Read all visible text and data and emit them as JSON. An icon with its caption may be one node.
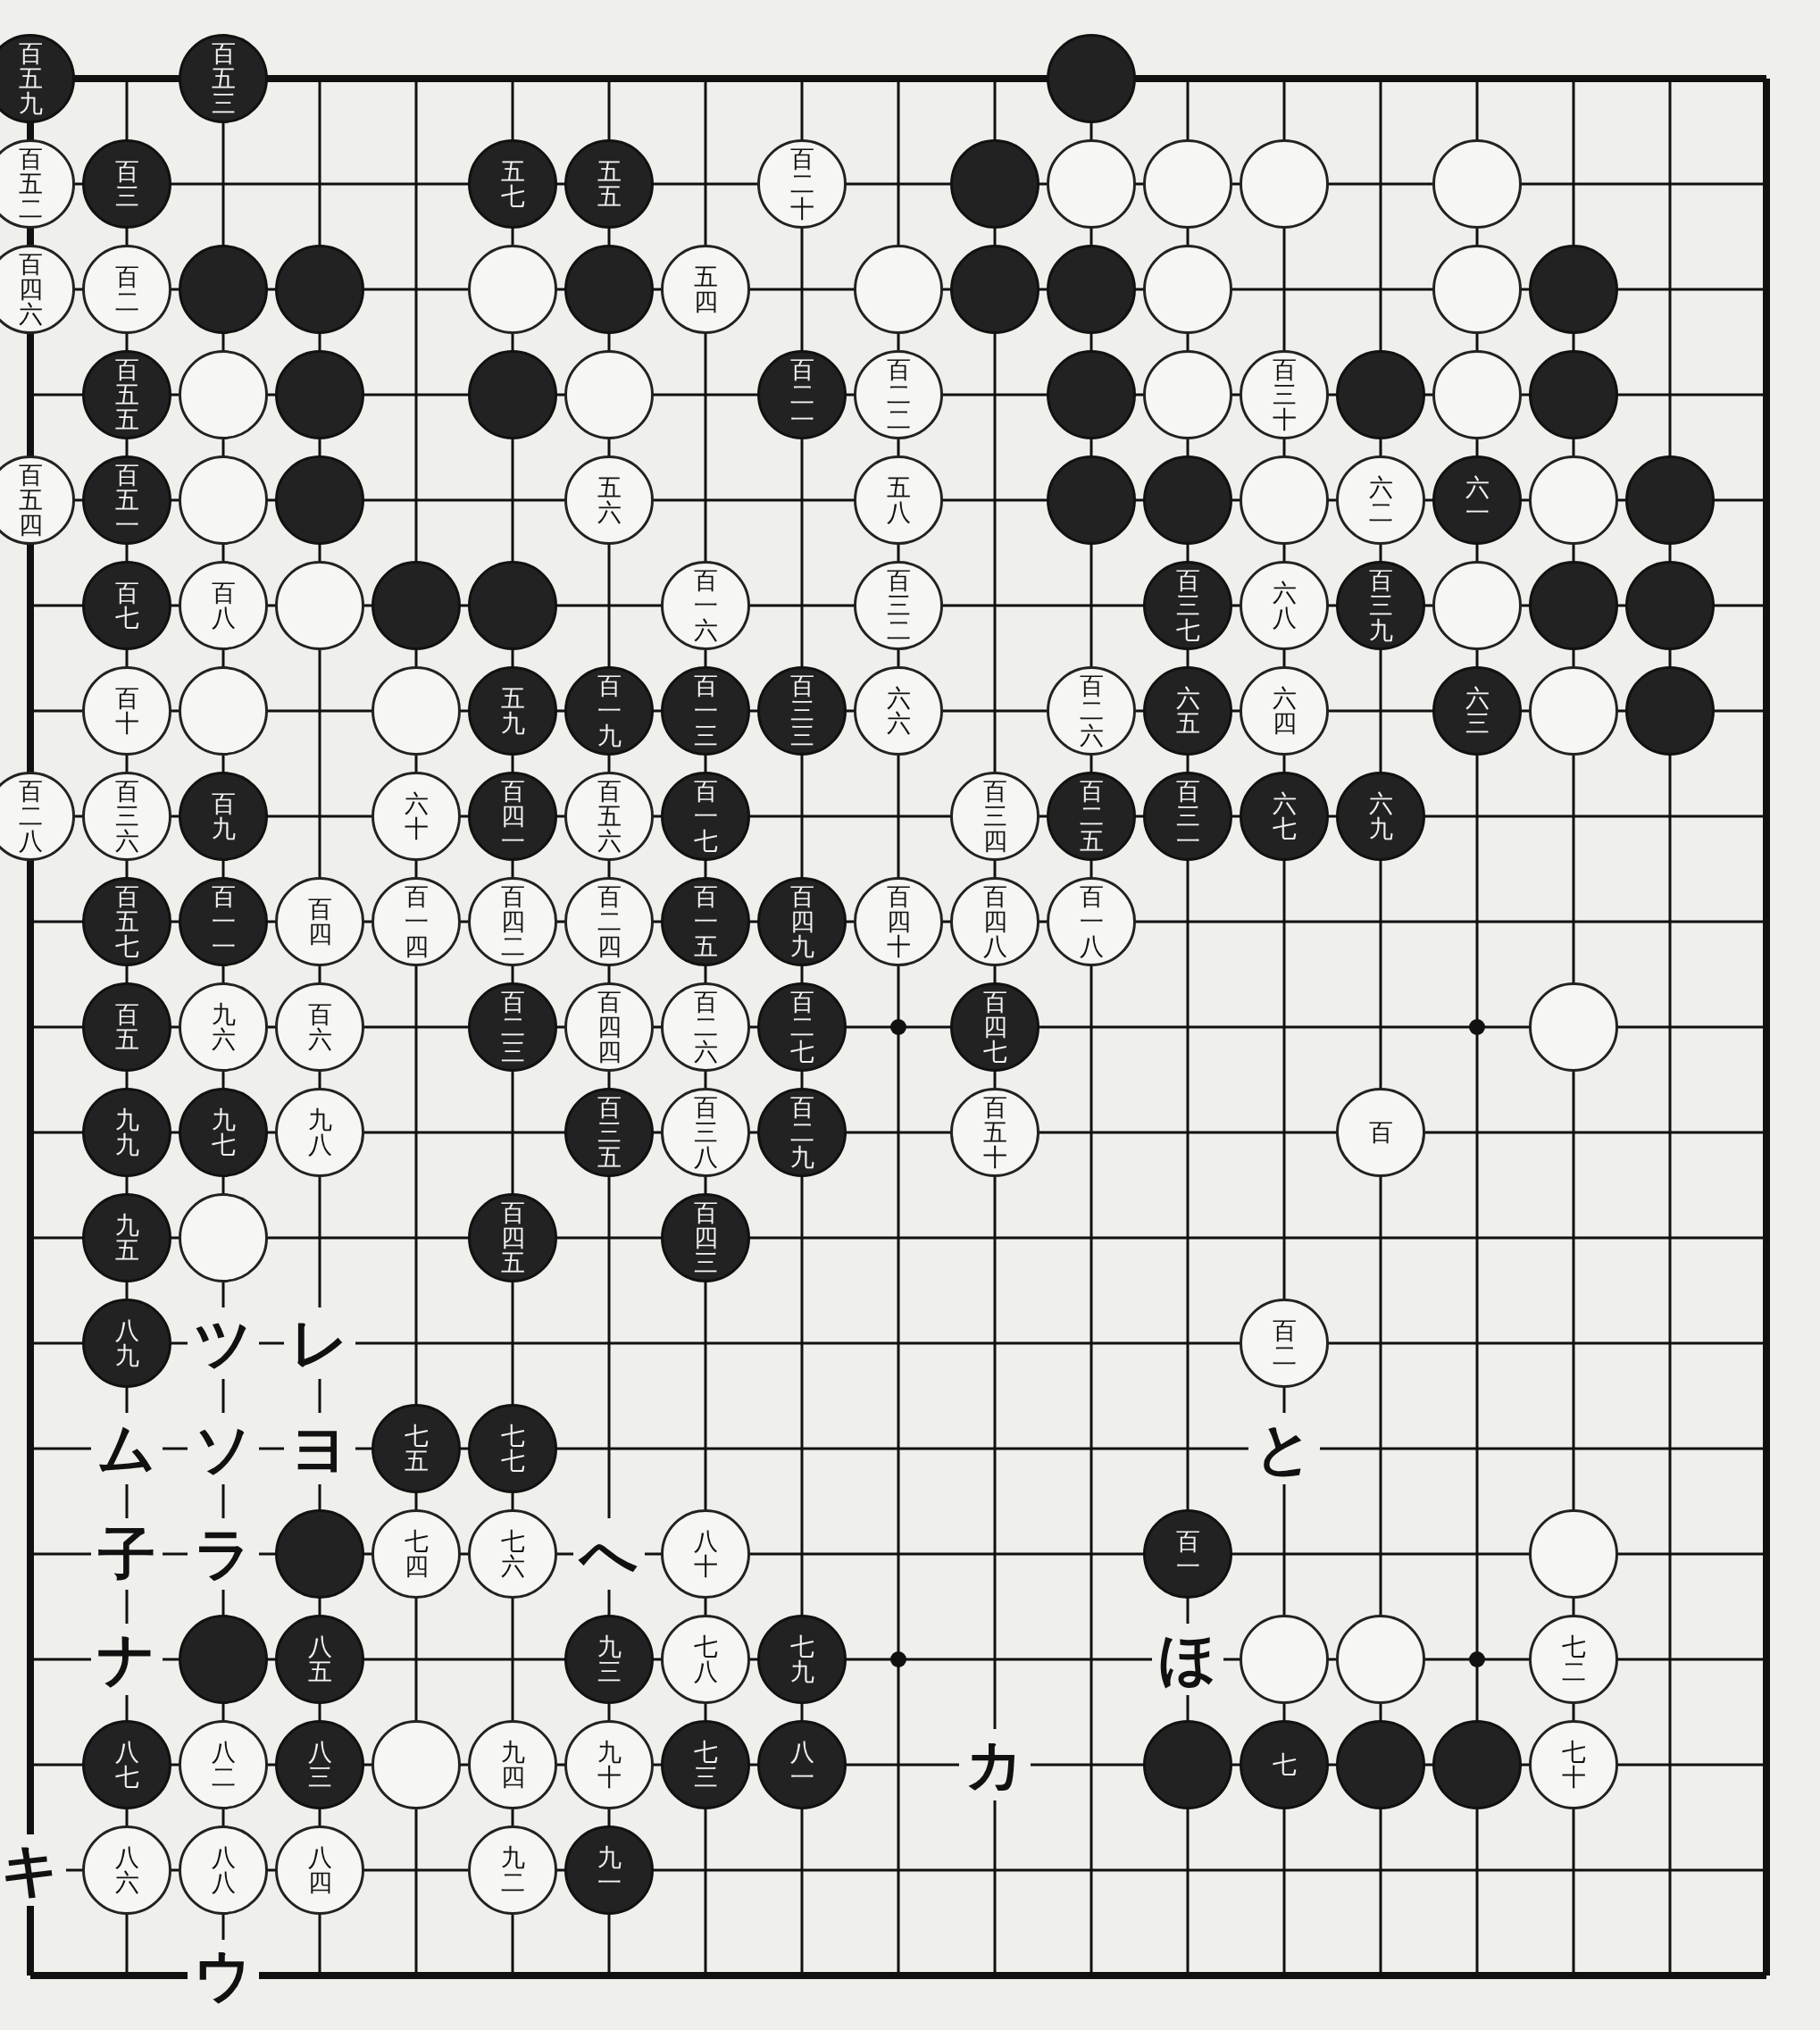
{
  "diagram": {
    "nodes": [
      {
        "text": [
          "百五九"
        ]
      },
      {
        "text": [
          "百五三"
        ]
      },
      {
        "text": [],
        "shape": "circle"
      },
      {
        "text": [
          "百五二"
        ]
      },
      {
        "text": [
          "百三"
        ]
      },
      {
        "text": [
          "五七"
        ]
      },
      {
        "text": [
          "五五"
        ]
      },
      {
        "text": [
          "百二十"
        ]
      },
      {
        "text": [],
        "shape": "circle"
      },
      {
        "text": [],
        "shape": "circle"
      },
      {
        "text": [],
        "shape": "circle"
      },
      {
        "text": [],
        "shape": "circle"
      },
      {
        "text": [],
        "shape": "circle"
      },
      {
        "text": [
          "百四六"
        ]
      },
      {
        "text": [
          "百二"
        ]
      },
      {
        "text": [],
        "shape": "circle"
      },
      {
        "text": [],
        "shape": "circle"
      },
      {
        "text": [],
        "shape": "circle"
      },
      {
        "text": [],
        "shape": "circle"
      },
      {
        "text": [
          "五四"
        ]
      },
      {
        "text": [],
        "shape": "circle"
      },
      {
        "text": [],
        "shape": "circle"
      },
      {
        "text": [],
        "shape": "circle"
      },
      {
        "text": [],
        "shape": "circle"
      },
      {
        "text": [],
        "shape": "circle"
      },
      {
        "text": [],
        "shape": "circle"
      },
      {
        "text": [
          "百五五"
        ]
      },
      {
        "text": [],
        "shape": "circle"
      },
      {
        "text": [],
        "shape": "circle"
      },
      {
        "text": [],
        "shape": "circle"
      },
      {
        "text": [],
        "shape": "circle"
      },
      {
        "text": [
          "百二一"
        ]
      },
      {
        "text": [
          "百二二"
        ]
      },
      {
        "text": [],
        "shape": "circle"
      },
      {
        "text": [],
        "shape": "circle"
      },
      {
        "text": [
          "百三十"
        ]
      },
      {
        "text": [],
        "shape": "circle"
      },
      {
        "text": [],
        "shape": "circle"
      },
      {
        "text": [],
        "shape": "circle"
      },
      {
        "text": [
          "百五四"
        ]
      },
      {
        "text": [
          "百五一"
        ]
      },
      {
        "text": [],
        "shape": "circle"
      },
      {
        "text": [],
        "shape": "circle"
      },
      {
        "text": [
          "五六"
        ]
      },
      {
        "text": [
          "五八"
        ]
      },
      {
        "text": [],
        "shape": "circle"
      },
      {
        "text": [],
        "shape": "circle"
      },
      {
        "text": [],
        "shape": "circle"
      },
      {
        "text": [
          "六二"
        ]
      },
      {
        "text": [
          "六一"
        ]
      },
      {
        "text": [],
        "shape": "circle"
      },
      {
        "text": [],
        "shape": "circle"
      },
      {
        "text": [
          "百七"
        ]
      },
      {
        "text": [
          "百八"
        ]
      },
      {
        "text": [],
        "shape": "circle"
      },
      {
        "text": [],
        "shape": "circle"
      },
      {
        "text": [],
        "shape": "circle"
      },
      {
        "text": [
          "百一六"
        ]
      },
      {
        "text": [
          "百三二"
        ]
      },
      {
        "text": [
          "百三七"
        ]
      },
      {
        "text": [
          "六八"
        ]
      },
      {
        "text": [
          "百三九"
        ]
      },
      {
        "text": [],
        "shape": "circle"
      },
      {
        "text": [],
        "shape": "circle"
      },
      {
        "text": [],
        "shape": "circle"
      },
      {
        "text": [
          "百十"
        ]
      },
      {
        "text": [],
        "shape": "circle"
      },
      {
        "text": [],
        "shape": "circle"
      },
      {
        "text": [
          "五九"
        ]
      },
      {
        "text": [
          "百一九"
        ]
      },
      {
        "text": [
          "百一三"
        ]
      },
      {
        "text": [
          "百三三"
        ]
      },
      {
        "text": [
          "六六"
        ]
      },
      {
        "text": [
          "百二六"
        ]
      },
      {
        "text": [
          "六五"
        ]
      },
      {
        "text": [
          "六四"
        ]
      },
      {
        "text": [
          "六三"
        ]
      },
      {
        "text": [],
        "shape": "circle"
      },
      {
        "text": [],
        "shape": "circle"
      },
      {
        "text": [
          "百二八"
        ]
      },
      {
        "text": [
          "百三六"
        ]
      },
      {
        "text": [
          "百九"
        ]
      },
      {
        "text": [
          "六十"
        ]
      },
      {
        "text": [
          "百四一"
        ]
      },
      {
        "text": [
          "百五六"
        ]
      },
      {
        "text": [
          "百一七"
        ]
      },
      {
        "text": [
          "百三四"
        ]
      },
      {
        "text": [
          "百二五"
        ]
      },
      {
        "text": [
          "百三一"
        ]
      },
      {
        "text": [
          "六七"
        ]
      },
      {
        "text": [
          "六九"
        ]
      },
      {
        "text": [
          "百五七"
        ]
      },
      {
        "text": [
          "百一一"
        ]
      },
      {
        "text": [
          "百四"
        ]
      },
      {
        "text": [
          "百一四"
        ]
      },
      {
        "text": [
          "百四二"
        ]
      },
      {
        "text": [
          "百二四"
        ]
      },
      {
        "text": [
          "百一五"
        ]
      },
      {
        "text": [
          "百四九"
        ]
      },
      {
        "text": [
          "百四十"
        ]
      },
      {
        "text": [
          "百四八"
        ]
      },
      {
        "text": [
          "百一八"
        ]
      },
      {
        "text": [
          "百五"
        ]
      },
      {
        "text": [
          "九六"
        ]
      },
      {
        "text": [
          "百六"
        ]
      },
      {
        "text": [
          "百二三"
        ]
      },
      {
        "text": [
          "百四四"
        ]
      },
      {
        "text": [
          "百二六"
        ]
      },
      {
        "text": [
          "百二七"
        ]
      },
      {
        "text": [
          "百四七"
        ]
      },
      {
        "text": [],
        "shape": "circle"
      },
      {
        "text": [
          "九九"
        ]
      },
      {
        "text": [
          "九七"
        ]
      },
      {
        "text": [
          "九八"
        ]
      },
      {
        "text": [
          "百三五"
        ]
      },
      {
        "text": [
          "百三八"
        ]
      },
      {
        "text": [
          "百二九"
        ]
      },
      {
        "text": [
          "百五十"
        ]
      },
      {
        "text": [
          "百"
        ]
      },
      {
        "text": [
          "九五"
        ]
      },
      {
        "text": [],
        "shape": "circle"
      },
      {
        "text": [
          "百四五"
        ]
      },
      {
        "text": [
          "百四三"
        ]
      },
      {
        "text": [
          "八九"
        ]
      },
      {
        "text": [
          "百二"
        ]
      },
      {
        "text": [
          "七五"
        ]
      },
      {
        "text": [
          "七七"
        ]
      },
      {
        "text": [],
        "shape": "circle"
      },
      {
        "text": [
          "七四"
        ]
      },
      {
        "text": [
          "七六"
        ]
      },
      {
        "text": [
          "八十"
        ]
      },
      {
        "text": [
          "百一"
        ]
      },
      {
        "text": [],
        "shape": "circle"
      },
      {
        "text": [],
        "shape": "circle"
      },
      {
        "text": [
          "八五"
        ]
      },
      {
        "text": [
          "九三"
        ]
      },
      {
        "text": [
          "七八"
        ]
      },
      {
        "text": [
          "七九"
        ]
      },
      {
        "text": [],
        "shape": "circle"
      },
      {
        "text": [],
        "shape": "circle"
      },
      {
        "text": [
          "七二"
        ]
      },
      {
        "text": [
          "八七"
        ]
      },
      {
        "text": [
          "八二"
        ]
      },
      {
        "text": [
          "八三"
        ]
      },
      {
        "text": [],
        "shape": "circle"
      },
      {
        "text": [
          "九四"
        ]
      },
      {
        "text": [
          "九十"
        ]
      },
      {
        "text": [
          "七三"
        ]
      },
      {
        "text": [
          "八一"
        ]
      },
      {
        "text": [],
        "shape": "circle"
      },
      {
        "text": [
          "七"
        ]
      },
      {
        "text": [],
        "shape": "circle"
      },
      {
        "text": [],
        "shape": "circle"
      },
      {
        "text": [
          "七十"
        ]
      },
      {
        "text": [
          "八六"
        ]
      },
      {
        "text": [
          "八八"
        ]
      },
      {
        "text": [
          "八四"
        ]
      },
      {
        "text": [
          "九二"
        ]
      },
      {
        "text": [
          "九一"
        ]
      }
    ],
    "labels": [
      "ツ",
      "レ",
      "ム",
      "ソ",
      "ヨ",
      "と",
      "子",
      "ラ",
      "へ",
      "ナ",
      "ほ",
      "カ",
      "キ",
      "ウ"
    ]
  }
}
